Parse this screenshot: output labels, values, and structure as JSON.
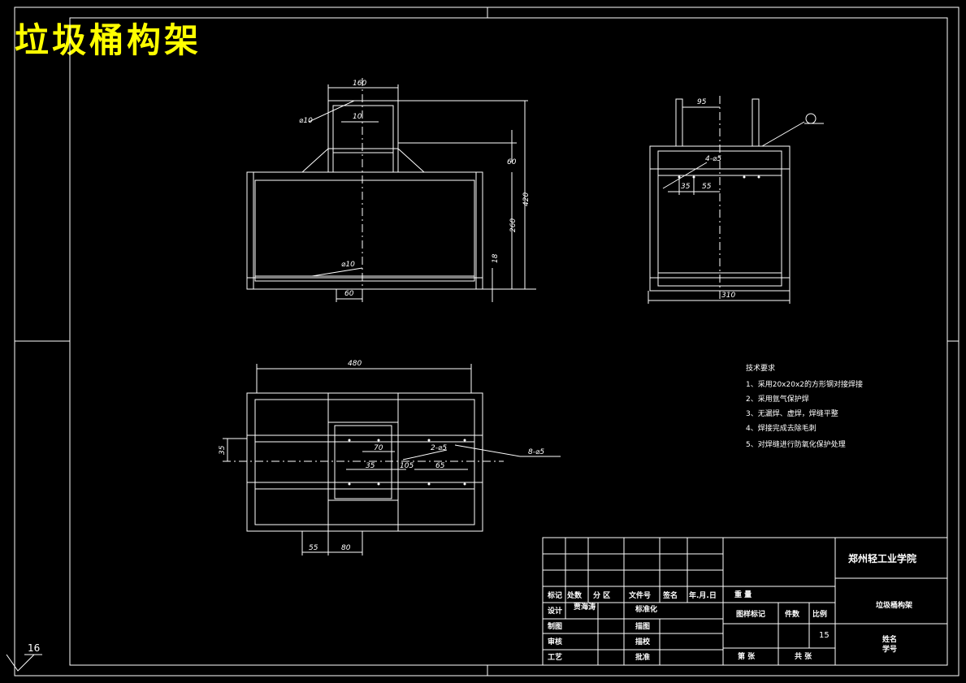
{
  "drawing": {
    "title": "垃圾桶构架",
    "roughness": "16",
    "front_view": {
      "dims": [
        "160",
        "⌀10",
        "10",
        "60",
        "420",
        "260",
        "⌀10",
        "60",
        "18"
      ]
    },
    "side_view": {
      "dims": [
        "95",
        "4-⌀5",
        "35",
        "55",
        "310"
      ]
    },
    "top_view": {
      "dims": [
        "480",
        "70",
        "2-⌀5",
        "8-⌀5",
        "105",
        "35",
        "65",
        "55",
        "80",
        "35"
      ]
    },
    "technical_requirements": {
      "heading": "技术要求",
      "items": [
        "1、采用20x20x2的方形钢对接焊接",
        "2、采用氩气保护焊",
        "3、无漏焊、虚焊，焊缝平整",
        "4、焊接完成去除毛刺",
        "5、对焊缝进行防氧化保护处理"
      ]
    },
    "title_block": {
      "school": "郑州轻工业学院",
      "part_name": "垃圾桶构架",
      "row_labels": [
        "标记",
        "处数",
        "分 区",
        "文件号",
        "签名",
        "年.月.日"
      ],
      "design": "设计",
      "designer": "贾海涛",
      "standardize": "标准化",
      "draw": "制图",
      "trace": "描图",
      "review": "审核",
      "check": "描校",
      "process": "工艺",
      "approve": "批准",
      "weight": "重 量",
      "stage_mark": "图样标记",
      "pieces": "件数",
      "scale": "比例",
      "scale_value": "15",
      "sheet": "第 张",
      "total": "共 张",
      "name_label": "姓名",
      "id_label": "学号"
    }
  }
}
